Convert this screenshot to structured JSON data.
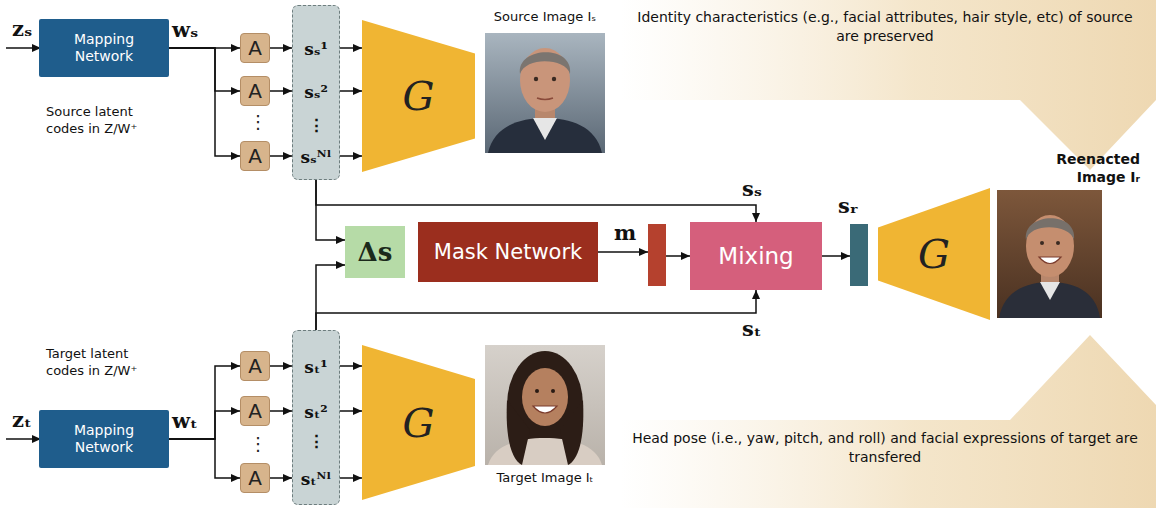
{
  "diagram": {
    "nodes": [
      {
        "text": [
          "Mapping Network"
        ]
      },
      {
        "text": [
          "A"
        ]
      },
      {
        "text": [
          "A"
        ]
      },
      {
        "text": [
          "A"
        ]
      },
      {
        "text": [
          "sₛ¹",
          "sₛ²",
          "⋮",
          "sₛᴺˡ"
        ]
      },
      {
        "text": [
          "G"
        ]
      },
      {
        "text": [
          "Source Image Iₛ"
        ]
      },
      {
        "text": [
          "Identity characteristics (e.g., facial attributes, hair style, etc) of source are preserved"
        ]
      },
      {
        "text": [
          "Δs"
        ]
      },
      {
        "text": [
          "Mask Network"
        ]
      },
      {
        "text": [
          "m"
        ]
      },
      {
        "text": [
          "Mixing"
        ]
      },
      {
        "text": [
          "sᵣ"
        ]
      },
      {
        "text": [
          "G"
        ]
      },
      {
        "text": [
          "Reenacted Image Iᵣ"
        ]
      },
      {
        "text": [
          "Mapping Network"
        ]
      },
      {
        "text": [
          "A"
        ]
      },
      {
        "text": [
          "A"
        ]
      },
      {
        "text": [
          "A"
        ]
      },
      {
        "text": [
          "sₜ¹",
          "sₜ²",
          "⋮",
          "sₜᴺˡ"
        ]
      },
      {
        "text": [
          "G"
        ]
      },
      {
        "text": [
          "Target Image Iₜ"
        ]
      },
      {
        "text": [
          "Head pose (i.e., yaw, pitch, and roll) and facial expressions of target are transfered"
        ]
      }
    ],
    "edges": [
      {
        "from": 0,
        "to": 1,
        "arrow": "to"
      },
      {
        "from": 0,
        "to": 2,
        "arrow": "to"
      },
      {
        "from": 0,
        "to": 3,
        "arrow": "to"
      },
      {
        "from": 1,
        "to": 4,
        "arrow": "to"
      },
      {
        "from": 2,
        "to": 4,
        "arrow": "to"
      },
      {
        "from": 3,
        "to": 4,
        "arrow": "to"
      },
      {
        "from": 4,
        "to": 5,
        "arrow": "to"
      },
      {
        "from": 4,
        "to": 5,
        "arrow": "to"
      },
      {
        "from": 4,
        "to": 5,
        "arrow": "to"
      },
      {
        "from": 4,
        "to": 8,
        "arrow": "to"
      },
      {
        "from": 4,
        "to": 11,
        "label": "sₛ",
        "arrow": "to"
      },
      {
        "from": 9,
        "to": 10,
        "arrow": "to"
      },
      {
        "from": 10,
        "to": 11,
        "arrow": "to"
      },
      {
        "from": 11,
        "to": 12,
        "arrow": "to"
      },
      {
        "from": 19,
        "to": 8,
        "arrow": "to"
      },
      {
        "from": 19,
        "to": 11,
        "label": "sₜ",
        "arrow": "to"
      },
      {
        "from": 15,
        "to": 16,
        "arrow": "to"
      },
      {
        "from": 15,
        "to": 17,
        "arrow": "to"
      },
      {
        "from": 15,
        "to": 18,
        "arrow": "to"
      },
      {
        "from": 16,
        "to": 19,
        "arrow": "to"
      },
      {
        "from": 17,
        "to": 19,
        "arrow": "to"
      },
      {
        "from": 18,
        "to": 19,
        "arrow": "to"
      },
      {
        "from": 19,
        "to": 20,
        "arrow": "to"
      },
      {
        "from": 19,
        "to": 20,
        "arrow": "to"
      },
      {
        "from": 19,
        "to": 20,
        "arrow": "to"
      }
    ],
    "labels": [
      "zₛ",
      "wₛ",
      "⋮",
      "Source latent codes in Z/W⁺",
      "zₜ",
      "wₜ",
      "⋮",
      "Target latent codes in Z/W⁺"
    ]
  }
}
